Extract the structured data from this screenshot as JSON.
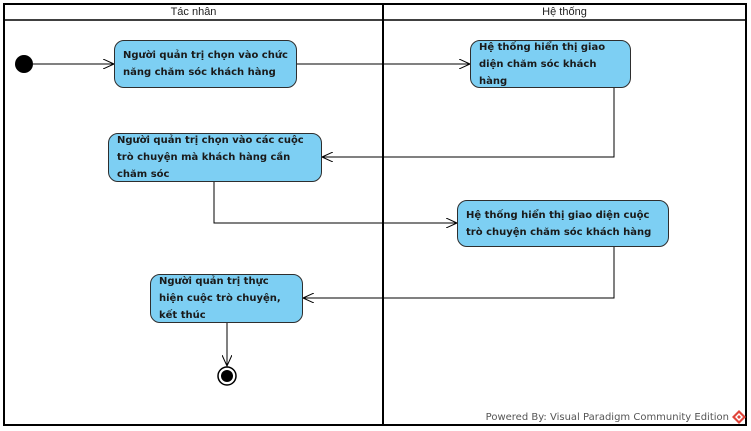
{
  "lanes": {
    "actor": "Tác nhân",
    "system": "Hệ thống"
  },
  "actions": {
    "a1": "Người quản trị chọn vào chức năng chăm sóc khách hàng",
    "a2": "Hệ thống hiển thị giao diện chăm sóc khách hàng",
    "a3": "Người quản trị chọn vào các cuộc trò chuyện mà khách hàng cần chăm sóc",
    "a4": "Hệ thống hiển thị giao diện cuộc trò chuyện chăm sóc khách hàng",
    "a5": "Người quản trị thực hiện cuộc trò chuyện, kết thúc"
  },
  "footer": {
    "credit": "Powered By: Visual Paradigm Community Edition",
    "logo_icon": "visual-paradigm-logo-icon"
  },
  "colors": {
    "action_fill": "#7dcff3",
    "border": "#000000"
  }
}
